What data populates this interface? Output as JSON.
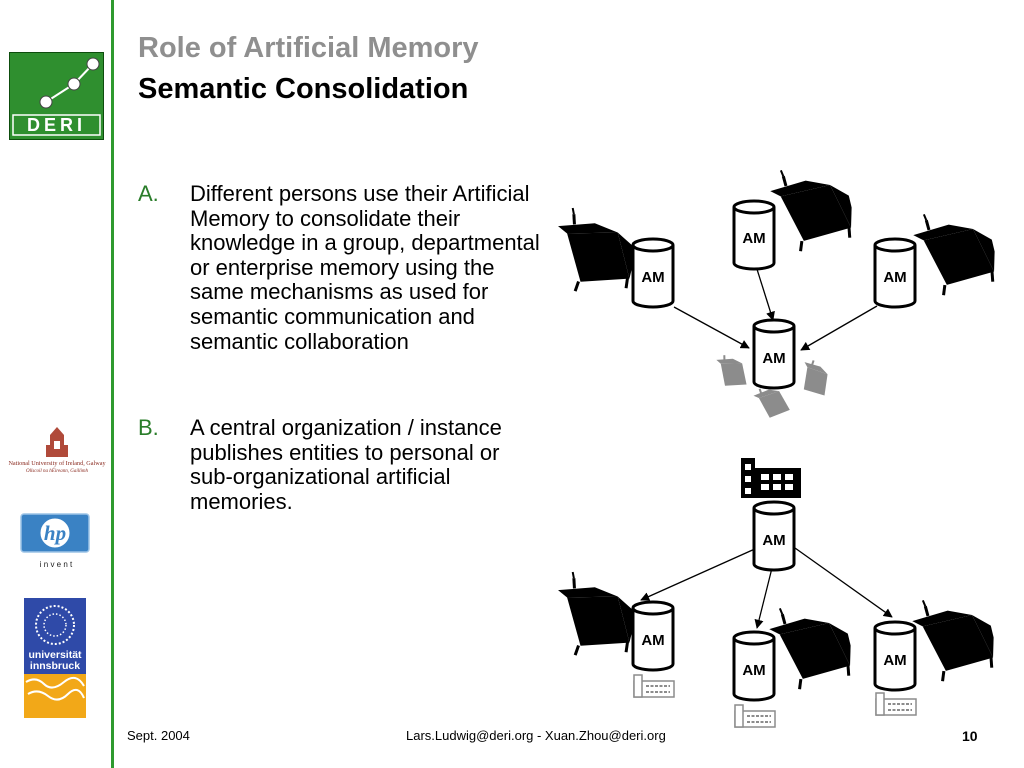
{
  "title": {
    "line1": "Role of Artificial Memory",
    "line2": "Semantic Consolidation"
  },
  "logos": {
    "deri": "DERI",
    "nuig_line1": "National University of Ireland, Galway",
    "nuig_line2": "Ollscoil na hÉireann, Gaillimh",
    "hp_text": "hp",
    "hp_tagline": "i n v e n t",
    "ibk_line1": "universität",
    "ibk_line2": "innsbruck"
  },
  "items": [
    {
      "marker": "A.",
      "text": "Different persons use their Artificial Memory to consolidate their knowledge in a group, departmental or enterprise memory using the same mechanisms as used for semantic communication and semantic collaboration"
    },
    {
      "marker": "B.",
      "text": "A central organization / instance publishes entities to personal or sub-organizational artificial memories."
    }
  ],
  "diagram": {
    "am_label": "AM"
  },
  "footer": {
    "date": "Sept. 2004",
    "contact": "Lars.Ludwig@deri.org - Xuan.Zhou@deri.org",
    "page": "10"
  }
}
